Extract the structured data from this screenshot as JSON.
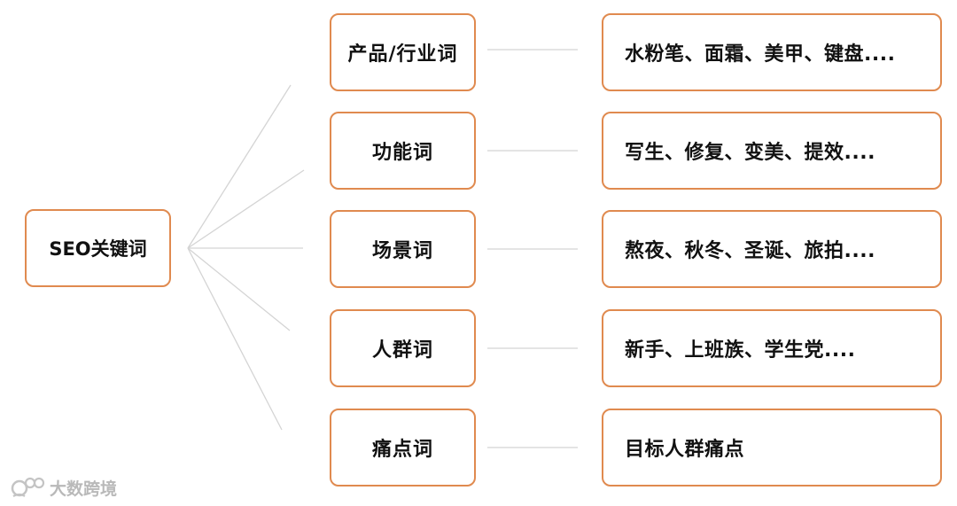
{
  "root": {
    "label": "SEO关键词"
  },
  "rows": [
    {
      "category": "产品/行业词",
      "examples": "水粉笔、面霜、美甲、键盘...."
    },
    {
      "category": "功能词",
      "examples": "写生、修复、变美、提效...."
    },
    {
      "category": "场景词",
      "examples": "熬夜、秋冬、圣诞、旅拍...."
    },
    {
      "category": "人群词",
      "examples": "新手、上班族、学生党...."
    },
    {
      "category": "痛点词",
      "examples": "目标人群痛点"
    }
  ],
  "watermark": {
    "text": "大数跨境"
  },
  "colors": {
    "border": "#e08a4f",
    "line": "#cfcfcf",
    "watermark": "#b9b9b9"
  }
}
